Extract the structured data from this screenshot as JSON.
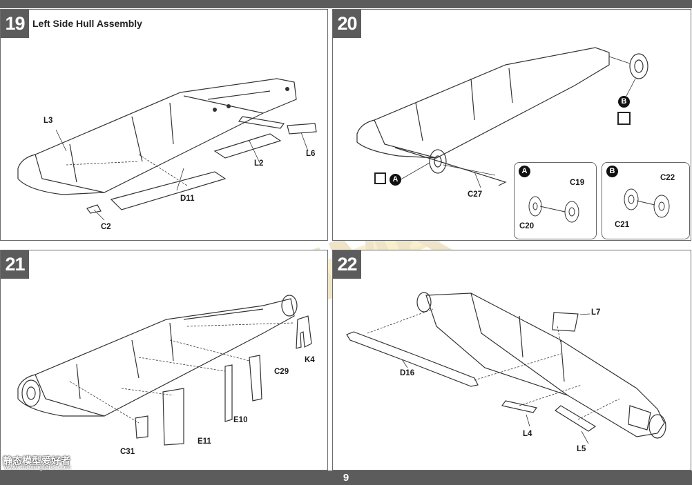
{
  "page_number": "9",
  "steps": [
    {
      "number": "19",
      "title": "Left Side Hull Assembly",
      "parts": [
        "L3",
        "L2",
        "L6",
        "D11",
        "C2"
      ]
    },
    {
      "number": "20",
      "parts": [
        "C27",
        "C19",
        "C20",
        "C22",
        "C21"
      ],
      "callouts": [
        "A",
        "B"
      ],
      "detail_a": {
        "marker": "A",
        "parts": [
          "C19",
          "C20"
        ]
      },
      "detail_b": {
        "marker": "B",
        "parts": [
          "C22",
          "C21"
        ]
      }
    },
    {
      "number": "21",
      "parts": [
        "K4",
        "C29",
        "E10",
        "C31",
        "E11"
      ]
    },
    {
      "number": "22",
      "parts": [
        "L7",
        "D16",
        "L4",
        "L5"
      ]
    }
  ],
  "watermark": {
    "chinese_text": "静态模型爱好者",
    "url": "www.moxingfans.com",
    "logo_text": "HMK"
  },
  "colors": {
    "bar": "#5c5c5c",
    "line": "#333333",
    "logo_yellow": "#e8c84a"
  }
}
